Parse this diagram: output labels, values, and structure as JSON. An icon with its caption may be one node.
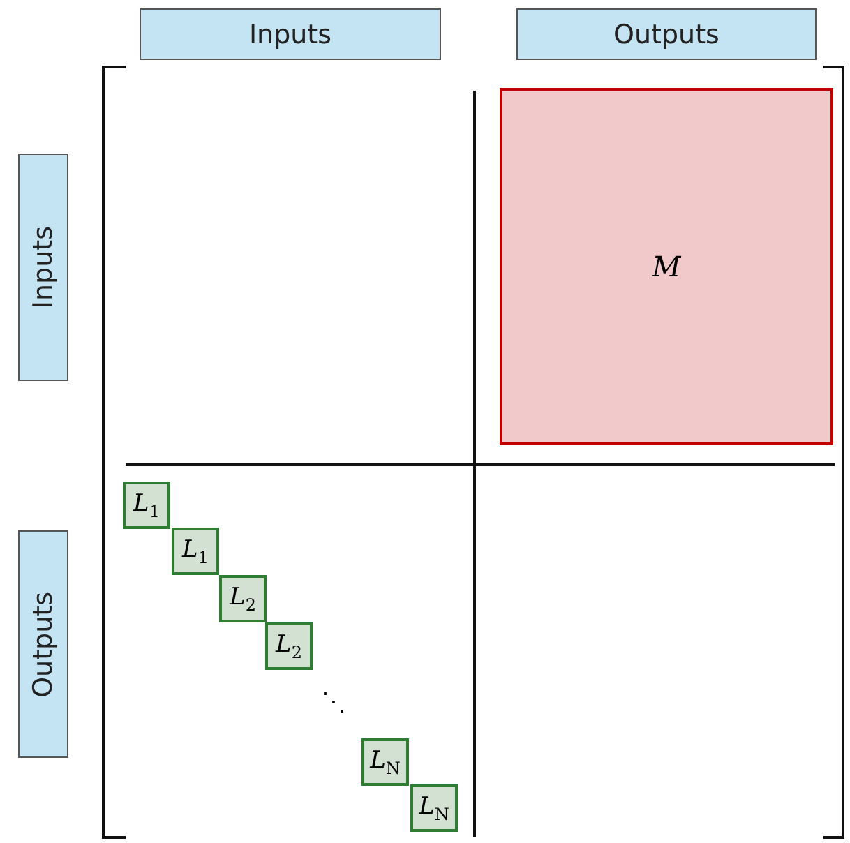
{
  "diagram": {
    "nodes": [
      {
        "text": [
          "Inputs"
        ]
      },
      {
        "text": [
          "Outputs"
        ]
      },
      {
        "text": [
          "Inputs"
        ]
      },
      {
        "text": [
          "Outputs"
        ]
      },
      {
        "text": [
          "M"
        ]
      },
      {
        "text": [
          "*L*$_{1}$"
        ]
      },
      {
        "text": [
          "*L*$_{1}$"
        ]
      },
      {
        "text": [
          "*L*$_{2}$"
        ]
      },
      {
        "text": [
          "*L*$_{2}$"
        ]
      },
      {
        "text": [
          "*L*$_{N}$"
        ]
      },
      {
        "text": [
          "*L*$_{N}$"
        ]
      }
    ],
    "edges": [],
    "labels": [
      "⋱"
    ]
  }
}
